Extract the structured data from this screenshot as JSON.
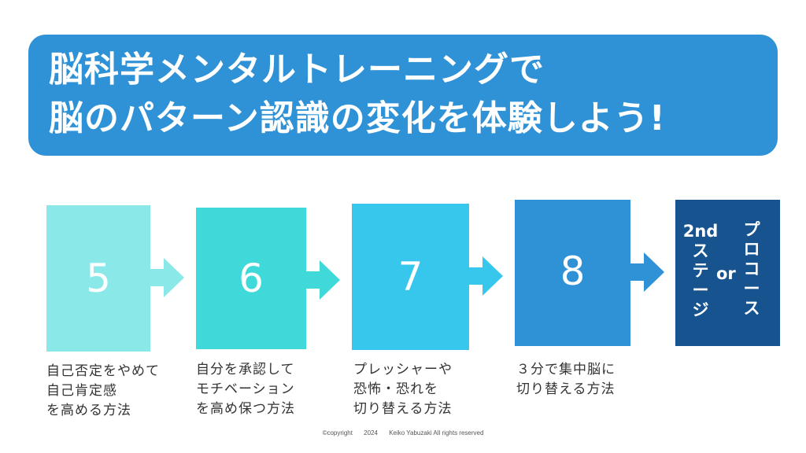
{
  "title": {
    "line1": "脳科学メンタルトレーニングで",
    "line2": "脳のパターン認識の変化を体験しよう!",
    "bg_color": "#2f91d6"
  },
  "steps": [
    {
      "number": "5",
      "color": "#8ae8e8",
      "caption": [
        "自己否定をやめて",
        "自己肯定感",
        "を高める方法"
      ]
    },
    {
      "number": "6",
      "color": "#3fd9d9",
      "caption": [
        "自分を承認して",
        "モチベーション",
        "を高め保つ方法"
      ]
    },
    {
      "number": "7",
      "color": "#38c7ec",
      "caption": [
        "プレッシャーや",
        "恐怖・恐れを",
        "切り替える方法"
      ]
    },
    {
      "number": "8",
      "color": "#2f91d6",
      "caption": [
        "３分で集中脳に",
        "切り替える方法"
      ]
    }
  ],
  "final_step": {
    "left_column": [
      "2nd",
      "ス",
      "テ",
      "ー",
      "ジ"
    ],
    "connector": "or",
    "right_column": [
      "プ",
      "ロ",
      "コ",
      "ー",
      "ス"
    ],
    "color": "#17548f"
  },
  "footer": {
    "copyright": "©copyright",
    "year": "2024",
    "owner": "Keiko Yabuzaki All rights reserved"
  }
}
